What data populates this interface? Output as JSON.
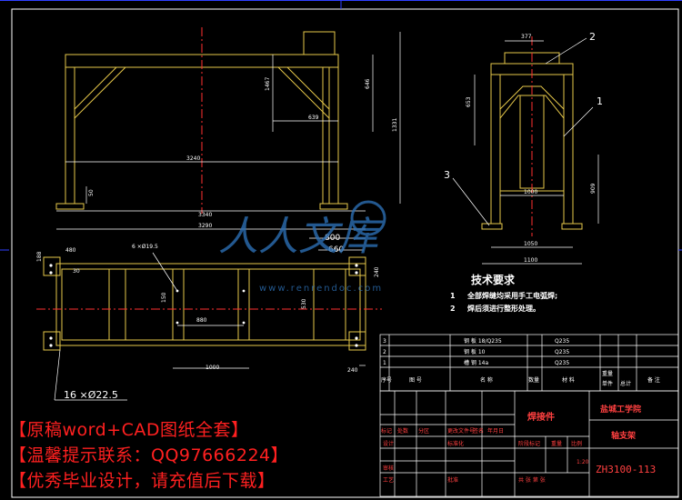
{
  "views": {
    "front": {
      "dims": [
        "1467",
        "646",
        "639",
        "1331",
        "3240",
        "50"
      ]
    },
    "plan": {
      "dims": [
        "3340",
        "3290",
        "800",
        "660",
        "1000",
        "880",
        "480",
        "30",
        "150",
        "240",
        "530",
        "240",
        "188"
      ],
      "hole_note_small": "6 ×Ø19.5",
      "hole_note_large": "16 ×Ø22.5"
    },
    "side": {
      "dims": [
        "377",
        "653",
        "1000",
        "909",
        "1050",
        "1100"
      ],
      "balloons": [
        "1",
        "2",
        "3"
      ]
    }
  },
  "tech": {
    "title": "技术要求",
    "items": [
      {
        "num": "1",
        "text": "全部焊缝均采用手工电弧焊;"
      },
      {
        "num": "2",
        "text": "焊后须进行整形处理。"
      }
    ]
  },
  "bom": {
    "rows": [
      {
        "no": "3",
        "name": "钢 板 18/Q235",
        "mat": "Q235"
      },
      {
        "no": "2",
        "name": "钢 板 10",
        "mat": "Q235"
      },
      {
        "no": "1",
        "name": "槽 钢 14a",
        "mat": "Q235"
      }
    ],
    "header": {
      "no": "序号",
      "code": "图 号",
      "name": "名 称",
      "qty": "数量",
      "mat": "材 料",
      "unit_wt": "单件",
      "total_wt": "总计",
      "remark": "备 注",
      "weight": "重量"
    }
  },
  "title_block": {
    "part_name": "焊接件",
    "school": "盐城工学院",
    "drawing_name": "轴支架",
    "drawing_no": "ZH3100-113",
    "scale": "1:20",
    "labels": {
      "mark": "标记",
      "count": "处数",
      "zone": "分区",
      "change_doc": "更改文件号",
      "sign": "签名",
      "date": "年月日",
      "design": "设计",
      "standard": "标准化",
      "stage": "阶段标记",
      "weight": "重量",
      "ratio": "比例",
      "review": "审核",
      "process": "工艺",
      "approve": "批准",
      "sheets": "共  张 第  张"
    }
  },
  "watermark": {
    "brand": "人人文库",
    "url": "www.renrendoc.com"
  },
  "notices": [
    "【原稿word+CAD图纸全套】",
    "【温馨提示联系：QQ97666224】",
    "【优秀毕业设计，请充值后下载】"
  ],
  "colors": {
    "background": "#000000",
    "frame": "#ffffff",
    "outline": "#e6c84a",
    "dimension": "#ffffff",
    "center_line": "#ff3030",
    "border_blue": "#3040ff",
    "title_text": "#ff4040",
    "notice_text": "#ff2020",
    "watermark": "#2c6fb3"
  }
}
